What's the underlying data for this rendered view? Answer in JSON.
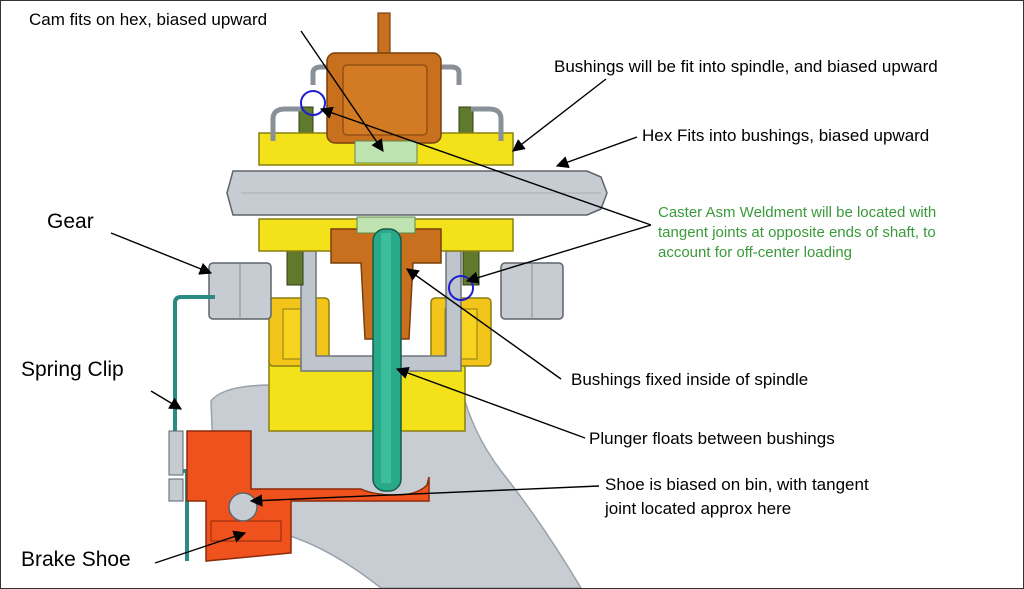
{
  "labels": {
    "cam": "Cam fits on hex, biased upward",
    "bushings_fit": "Bushings will be fit into spindle, and biased upward",
    "hex_fits": "Hex Fits into bushings, biased upward",
    "caster_line1": "Caster Asm Weldment will be located with",
    "caster_line2": "tangent joints at opposite ends of shaft, to",
    "caster_line3": "account for off-center loading",
    "gear": "Gear",
    "spring_clip": "Spring Clip",
    "brake_shoe": "Brake Shoe",
    "bushings_fixed": "Bushings fixed inside of spindle",
    "plunger": "Plunger floats between bushings",
    "shoe_line1": "Shoe is biased on bin, with tangent",
    "shoe_line2": "joint located approx here"
  },
  "colors": {
    "note_green": "#3a9a3a",
    "marker_blue": "#1f1fd0",
    "cam_orange": "#c8701e",
    "bushing_yellow": "#f3e21a",
    "plunger_teal": "#2aa88a",
    "shoe_orange": "#f0521e",
    "steel_gray": "#c7ccd2",
    "olive": "#5f7a2c"
  }
}
